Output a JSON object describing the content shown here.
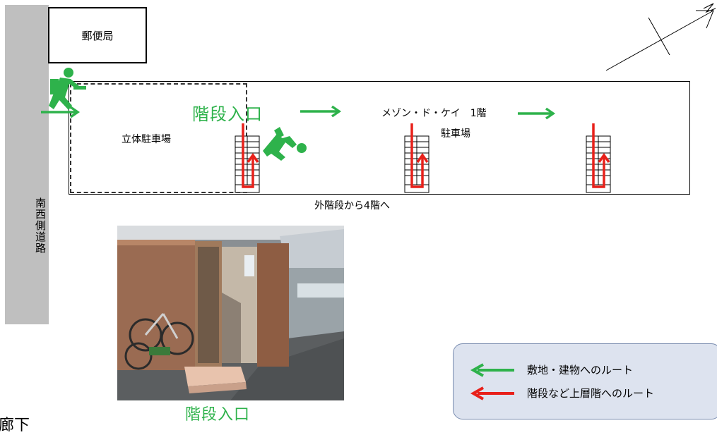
{
  "post_office": "郵便局",
  "road": "南西側道路",
  "garage_label": "立体駐車場",
  "stairs_entrance_top": "階段入口",
  "building_name": "メゾン・ド・ケイ　1階",
  "parking_label": "駐車場",
  "outer_stairs": "外階段から4階へ",
  "photo_caption": "階段入口",
  "corridor_fragment": "廊下",
  "legend": {
    "route_site": "敷地・建物へのルート",
    "route_upper": "階段など上層階へのルート"
  },
  "colors": {
    "green": "#2eb24b",
    "red": "#e8201a",
    "road": "#bfbfbf",
    "legend_bg": "#dde3ef"
  },
  "icons": [
    "emergency-exit-runner-icon",
    "person-climbing-icon",
    "north-arrow-icon",
    "staircase-icon"
  ]
}
